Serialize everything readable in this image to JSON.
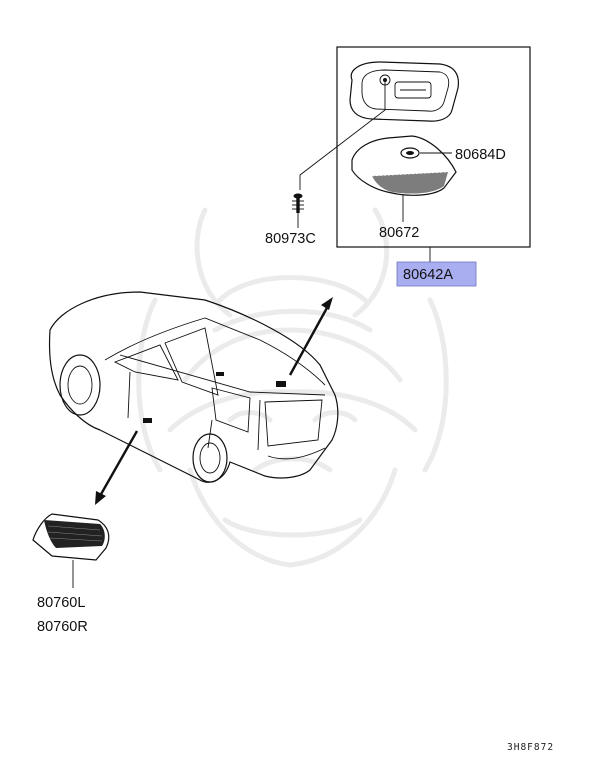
{
  "callouts": {
    "switch": "80684D",
    "screw": "80973C",
    "lens": "80672",
    "assembly": "80642A",
    "cargo_lamp_left": "80760L",
    "cargo_lamp_right": "80760R"
  },
  "highlight_color": "#a9aef0",
  "diagram_code": "3H8F872"
}
